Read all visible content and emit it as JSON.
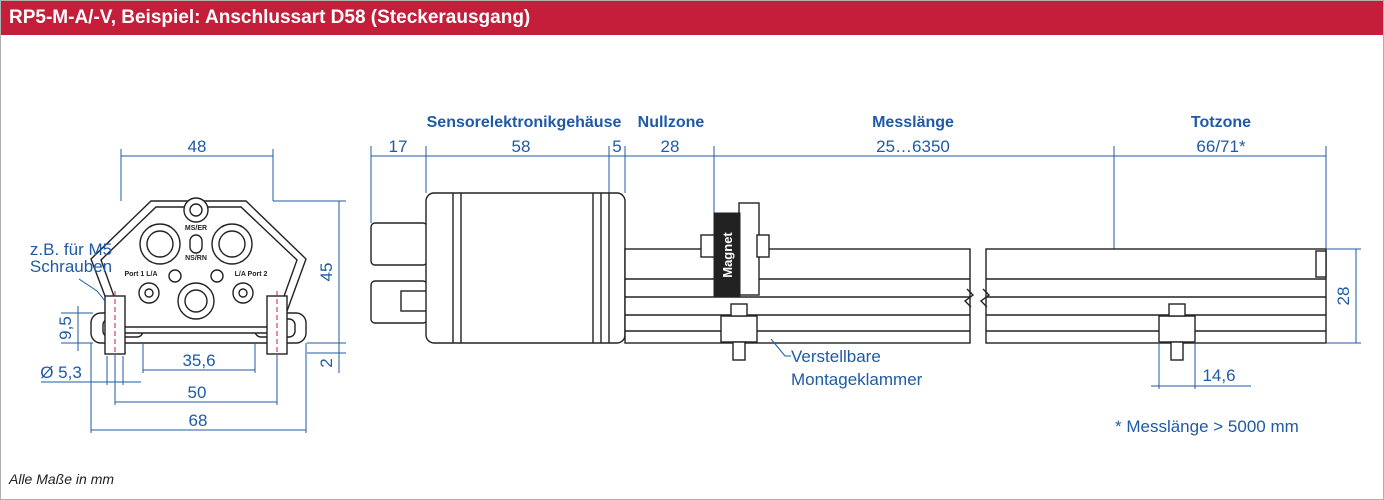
{
  "title": "RP5-M-A/-V, Beispiel: Anschlussart D58 (Steckerausgang)",
  "front_view": {
    "width_top": "48",
    "height": "45",
    "screw_label_line1": "z.B. für M5",
    "screw_label_line2": "Schrauben",
    "clamp_height": "9,5",
    "bottom_offset": "2",
    "hole_diameter": "Ø 5,3",
    "spacing_inner": "35,6",
    "spacing_holes": "50",
    "width_total": "68",
    "connector_labels": {
      "ms_er": "MS/ER",
      "ns_rn": "NS/RN",
      "port1": "Port 1 L/A",
      "port2": "L/A Port 2"
    }
  },
  "side_view": {
    "sections": {
      "sensor_housing": "Sensorelektronikgehäuse",
      "null_zone": "Nullzone",
      "measuring_length": "Messlänge",
      "dead_zone": "Totzone"
    },
    "dims": {
      "d17": "17",
      "d58": "58",
      "d5": "5",
      "d28": "28",
      "measuring": "25…6350",
      "dead": "66/71*",
      "profile_height": "28",
      "clamp_width": "14,6"
    },
    "magnet_label": "Magnet",
    "clamp_label_line1": "Verstellbare",
    "clamp_label_line2": "Montageklammer",
    "note": "* Messlänge > 5000 mm"
  },
  "footer": "Alle Maße in mm"
}
